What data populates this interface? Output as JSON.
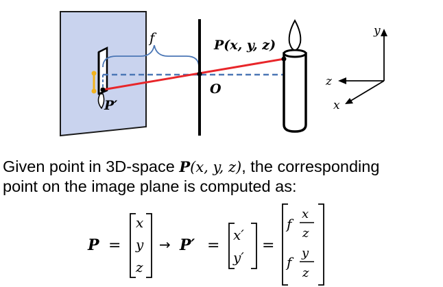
{
  "diagram": {
    "focal_label": "f",
    "point_label": "P(x, y, z)",
    "image_point_label": "P′",
    "origin_label": "O",
    "axes": {
      "y": "y",
      "z": "z",
      "x": "x"
    },
    "colors": {
      "image_plane_fill": "#c9d3ee",
      "ray": "#e8262a",
      "optical_axis": "#4a76b5",
      "brace": "#4a76b5",
      "marker": "#f2b21c"
    }
  },
  "text": {
    "line1_prefix": "Given point in 3D-space ",
    "line1_point": "P",
    "line1_args": "(x, y, z)",
    "line1_suffix": ", the corresponding",
    "line2": "point on the image plane is computed as:"
  },
  "equation": {
    "lhs": "P",
    "equals": "=",
    "vector": [
      "x",
      "y",
      "z"
    ],
    "arrow": "→",
    "projected_lhs": "P′",
    "projected_vector": [
      "x′",
      "y′"
    ],
    "f": "f",
    "frac1_num": "x",
    "frac1_den": "z",
    "frac2_num": "y",
    "frac2_den": "z"
  }
}
